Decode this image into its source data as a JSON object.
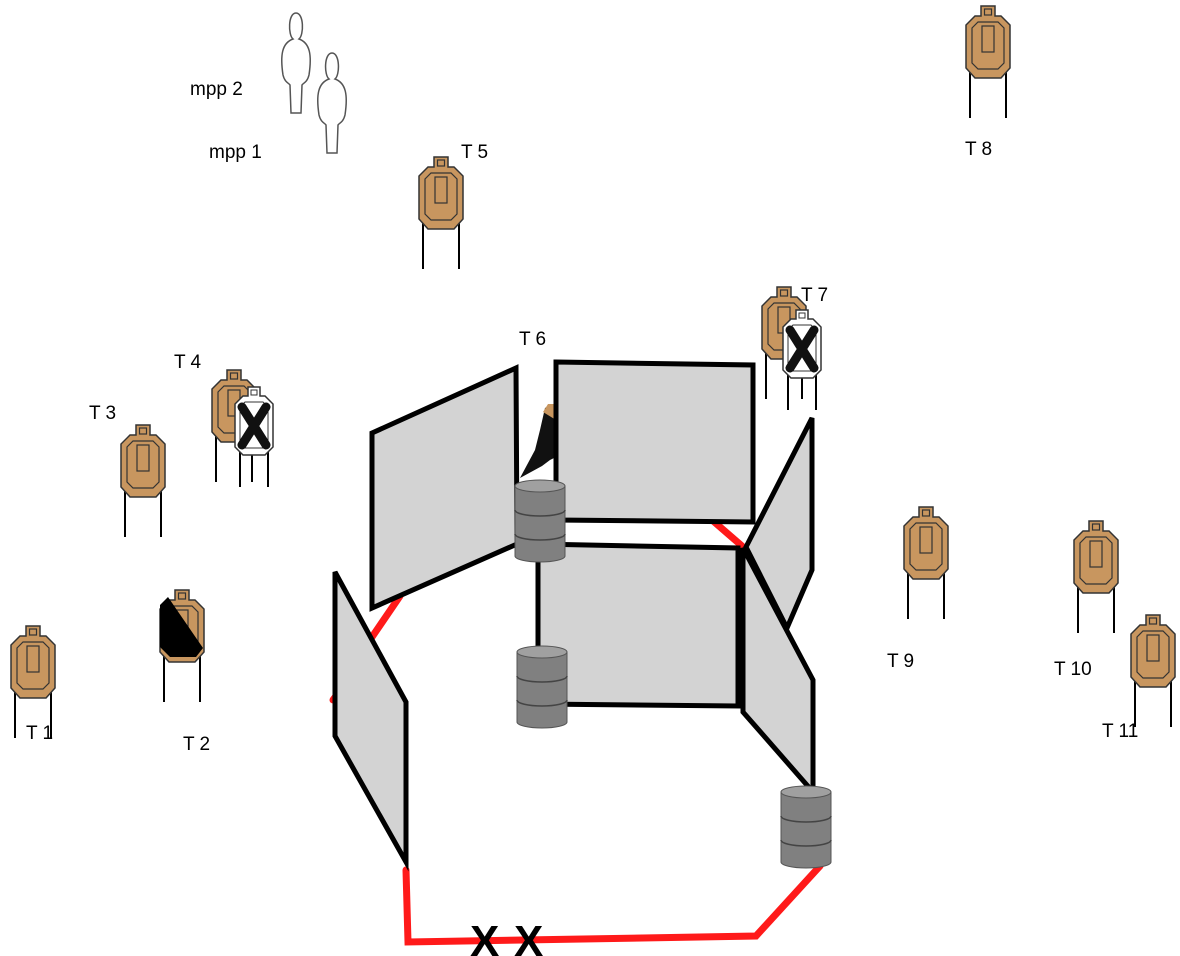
{
  "labels": {
    "mpp2": "mpp 2",
    "mpp1": "mpp 1",
    "t1": "T 1",
    "t2": "T 2",
    "t3": "T 3",
    "t4": "T 4",
    "t5": "T 5",
    "t6": "T 6",
    "t7": "T 7",
    "t8": "T 8",
    "t9": "T 9",
    "t10": "T 10",
    "t11": "T 11"
  },
  "start_marks": [
    "X",
    "X"
  ],
  "colors": {
    "target_fill": "#c8965f",
    "target_stroke": "#333333",
    "wall_fill": "#d3d3d3",
    "fault_line": "#ff1a1a",
    "barrel_fill": "#808080",
    "no_shoot_mark": "#111111"
  }
}
